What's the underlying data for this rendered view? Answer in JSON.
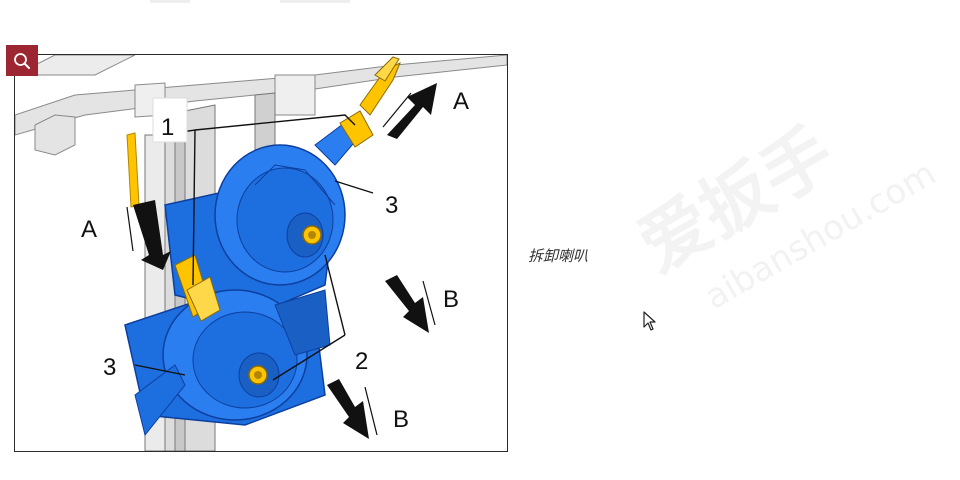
{
  "viewer": {
    "zoom_icon": "magnifier-icon",
    "zoom_color": "#9c2631"
  },
  "figure": {
    "callouts": {
      "one": "1",
      "two": "2",
      "three_upper": "3",
      "three_lower": "3"
    },
    "arrow_labels": {
      "a_upper": "A",
      "a_left": "A",
      "b_upper": "B",
      "b_lower": "B"
    },
    "colors": {
      "horn_body": "#1d6fe0",
      "horn_dark": "#0d3f9e",
      "connector": "#ffc400",
      "frame": "#e0e0e0"
    }
  },
  "caption": {
    "text": "拆卸喇叭"
  },
  "watermark": {
    "main": "爱扳手",
    "sub": "aibanshou.com"
  },
  "cursor_icon": "arrow-cursor-icon"
}
